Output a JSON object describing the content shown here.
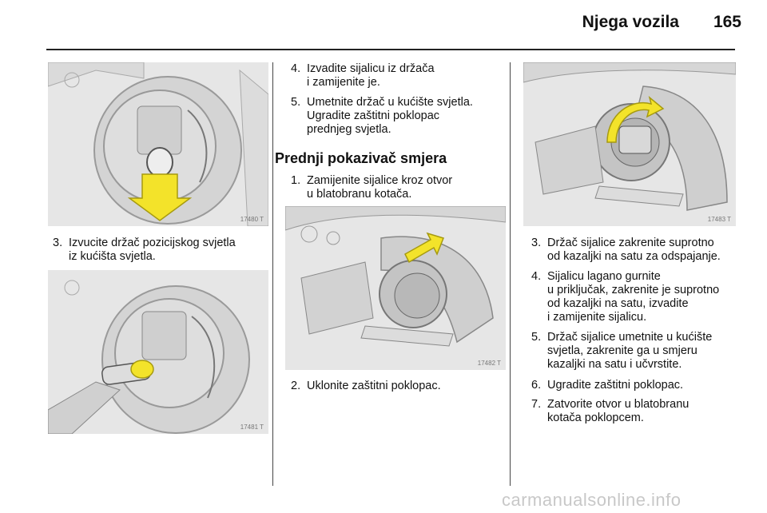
{
  "header": {
    "title": "Njega vozila",
    "page_number": "165"
  },
  "figures": {
    "fig1": {
      "number": "17480 T",
      "icon": "bulb-holder-removal-illustration"
    },
    "fig2": {
      "number": "17481 T",
      "icon": "side-light-bulb-illustration"
    },
    "fig3": {
      "number": "17482 T",
      "icon": "wheel-arch-opening-illustration"
    },
    "fig4": {
      "number": "17483 T",
      "icon": "rotate-bulb-holder-illustration"
    }
  },
  "column1": {
    "steps": [
      {
        "num": "3.",
        "lines": [
          "Izvucite držač pozicijskog svjetla",
          "iz kućišta svjetla."
        ]
      }
    ]
  },
  "column2": {
    "steps_top": [
      {
        "num": "4.",
        "lines": [
          "Izvadite sijalicu iz držača",
          "i zamijenite je."
        ]
      },
      {
        "num": "5.",
        "lines": [
          "Umetnite držač u kućište svjetla.",
          "Ugradite zaštitni poklopac",
          "prednjeg svjetla."
        ]
      }
    ],
    "section_heading": "Prednji pokazivač smjera",
    "steps_section": [
      {
        "num": "1.",
        "lines": [
          "Zamijenite sijalice kroz otvor",
          "u blatobranu kotača."
        ]
      }
    ],
    "steps_bottom": [
      {
        "num": "2.",
        "lines": [
          "Uklonite zaštitni poklopac."
        ]
      }
    ]
  },
  "column3": {
    "steps": [
      {
        "num": "3.",
        "lines": [
          "Držač sijalice zakrenite suprotno",
          "od kazaljki na satu za odspajanje."
        ]
      },
      {
        "num": "4.",
        "lines": [
          "Sijalicu lagano gurnite",
          "u priključak, zakrenite je suprotno",
          "od kazaljki na satu, izvadite",
          "i zamijenite sijalicu."
        ]
      },
      {
        "num": "5.",
        "lines": [
          "Držač sijalice umetnite u kućište",
          "svjetla, zakrenite ga u smjeru",
          "kazaljki na satu i učvrstite."
        ]
      },
      {
        "num": "6.",
        "lines": [
          "Ugradite zaštitni poklopac."
        ]
      },
      {
        "num": "7.",
        "lines": [
          "Zatvorite otvor u blatobranu",
          "kotača poklopcem."
        ]
      }
    ]
  },
  "footer": {
    "watermark": "carmanualsonline.info"
  },
  "colors": {
    "arrow_yellow": "#f3e32a",
    "figure_bg": "#e9e9e9",
    "rule": "#222222"
  }
}
